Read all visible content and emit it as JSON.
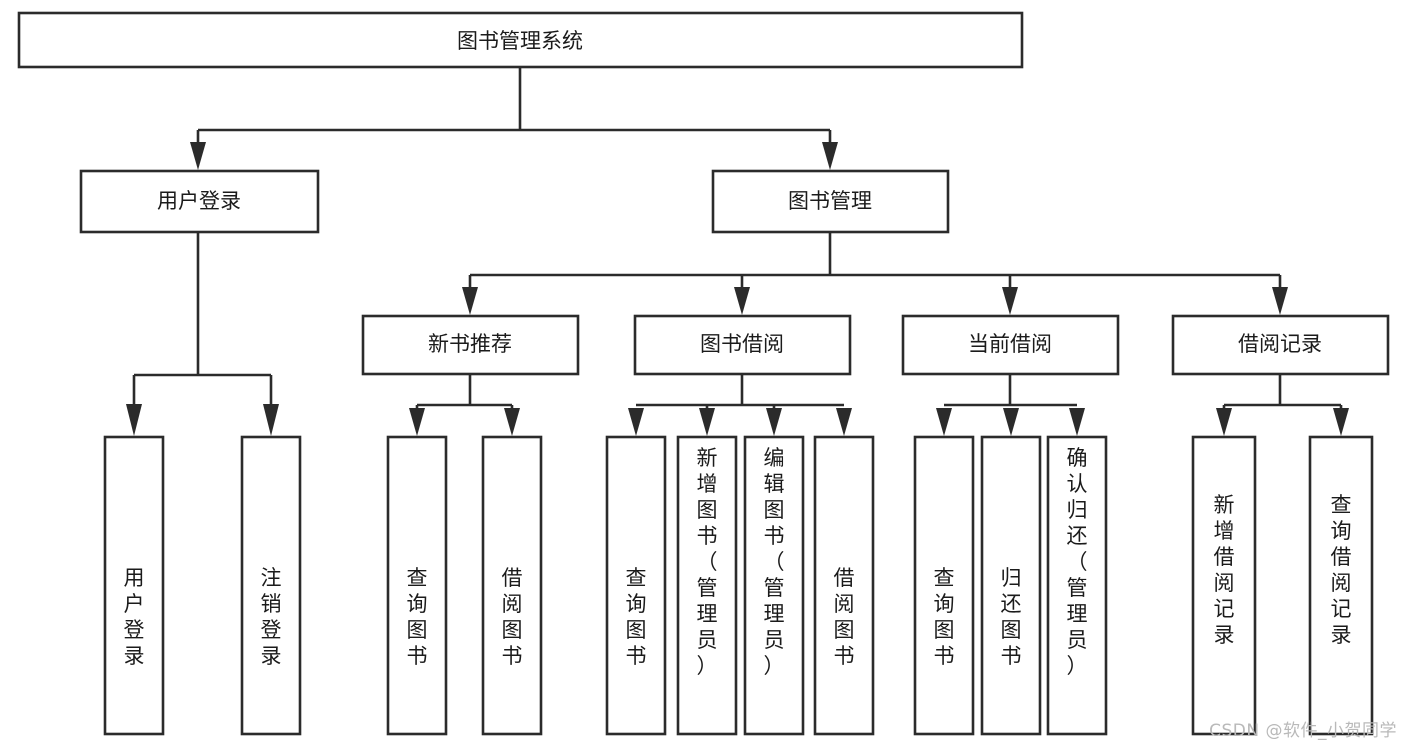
{
  "diagram": {
    "title": "图书管理系统",
    "type": "tree-hierarchy-chart",
    "watermark": "CSDN @软件_小贺同学",
    "colors": {
      "stroke": "#2b2b2b",
      "box_fill": "#ffffff",
      "text": "#1b1b1b",
      "background": "#ffffff",
      "watermark": "#b9b9b9"
    },
    "levels": {
      "root": {
        "label": "图书管理系统"
      },
      "level2": [
        {
          "label": "用户登录"
        },
        {
          "label": "图书管理"
        }
      ],
      "level3": [
        {
          "label": "新书推荐"
        },
        {
          "label": "图书借阅"
        },
        {
          "label": "当前借阅"
        },
        {
          "label": "借阅记录"
        }
      ],
      "leaves": [
        {
          "label": "用户登录",
          "parent": "用户登录"
        },
        {
          "label": "注销登录",
          "parent": "用户登录"
        },
        {
          "label": "查询图书",
          "parent": "新书推荐"
        },
        {
          "label": "借阅图书",
          "parent": "新书推荐"
        },
        {
          "label": "查询图书",
          "parent": "图书借阅"
        },
        {
          "label": "新增图书（管理员）",
          "parent": "图书借阅"
        },
        {
          "label": "编辑图书（管理员）",
          "parent": "图书借阅"
        },
        {
          "label": "借阅图书",
          "parent": "图书借阅"
        },
        {
          "label": "查询图书",
          "parent": "当前借阅"
        },
        {
          "label": "归还图书",
          "parent": "当前借阅"
        },
        {
          "label": "确认归还（管理员）",
          "parent": "当前借阅"
        },
        {
          "label": "新增借阅记录",
          "parent": "借阅记录"
        },
        {
          "label": "查询借阅记录",
          "parent": "借阅记录"
        }
      ]
    }
  }
}
